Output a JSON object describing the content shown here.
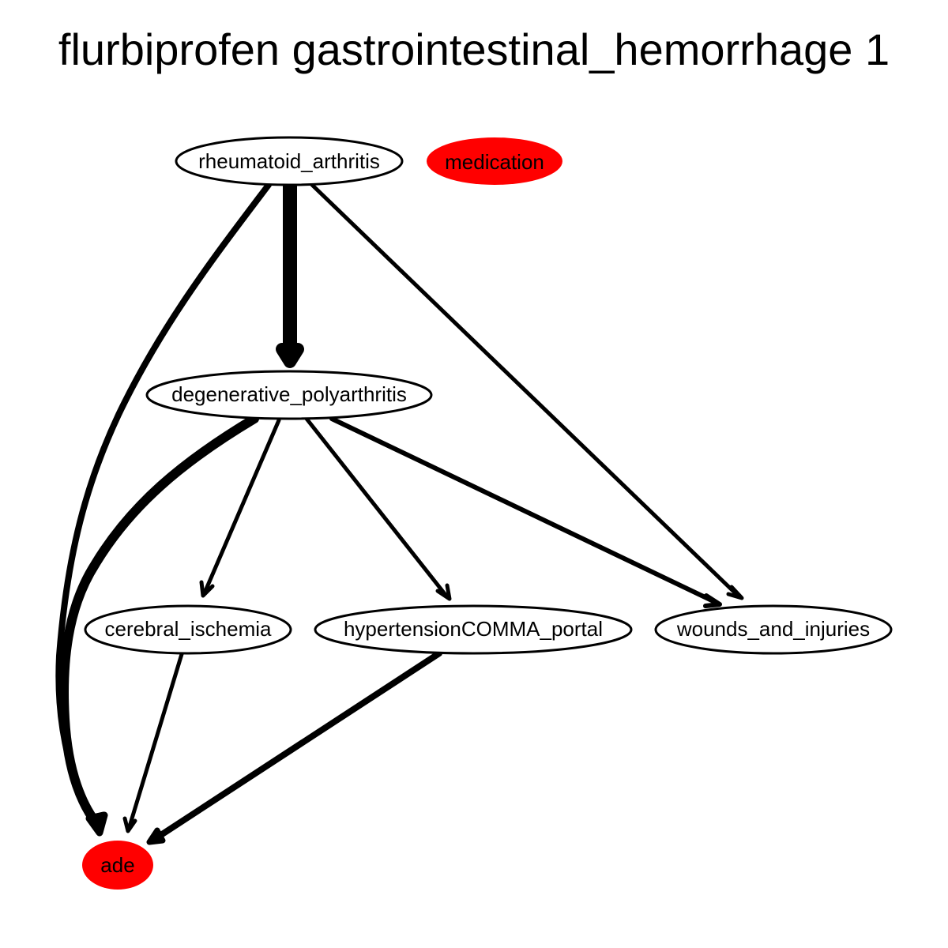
{
  "title": "flurbiprofen gastrointestinal_hemorrhage 1",
  "colors": {
    "highlight": "#ff0000",
    "plain": "#ffffff",
    "stroke": "#000000"
  },
  "nodes": {
    "rheumatoid_arthritis": {
      "label": "rheumatoid_arthritis",
      "fill": "plain"
    },
    "medication": {
      "label": "medication",
      "fill": "highlight"
    },
    "degenerative_polyarthritis": {
      "label": "degenerative_polyarthritis",
      "fill": "plain"
    },
    "cerebral_ischemia": {
      "label": "cerebral_ischemia",
      "fill": "plain"
    },
    "hypertensionCOMMA_portal": {
      "label": "hypertensionCOMMA_portal",
      "fill": "plain"
    },
    "wounds_and_injuries": {
      "label": "wounds_and_injuries",
      "fill": "plain"
    },
    "ade": {
      "label": "ade",
      "fill": "highlight"
    }
  },
  "edges": [
    {
      "from": "rheumatoid_arthritis",
      "to": "degenerative_polyarthritis",
      "weight": "heavy"
    },
    {
      "from": "rheumatoid_arthritis",
      "to": "ade",
      "weight": "medium"
    },
    {
      "from": "rheumatoid_arthritis",
      "to": "wounds_and_injuries",
      "weight": "light"
    },
    {
      "from": "degenerative_polyarthritis",
      "to": "ade",
      "weight": "medium-heavy"
    },
    {
      "from": "degenerative_polyarthritis",
      "to": "cerebral_ischemia",
      "weight": "light"
    },
    {
      "from": "degenerative_polyarthritis",
      "to": "hypertensionCOMMA_portal",
      "weight": "light"
    },
    {
      "from": "degenerative_polyarthritis",
      "to": "wounds_and_injuries",
      "weight": "light"
    },
    {
      "from": "cerebral_ischemia",
      "to": "ade",
      "weight": "light"
    },
    {
      "from": "hypertensionCOMMA_portal",
      "to": "ade",
      "weight": "medium"
    }
  ]
}
